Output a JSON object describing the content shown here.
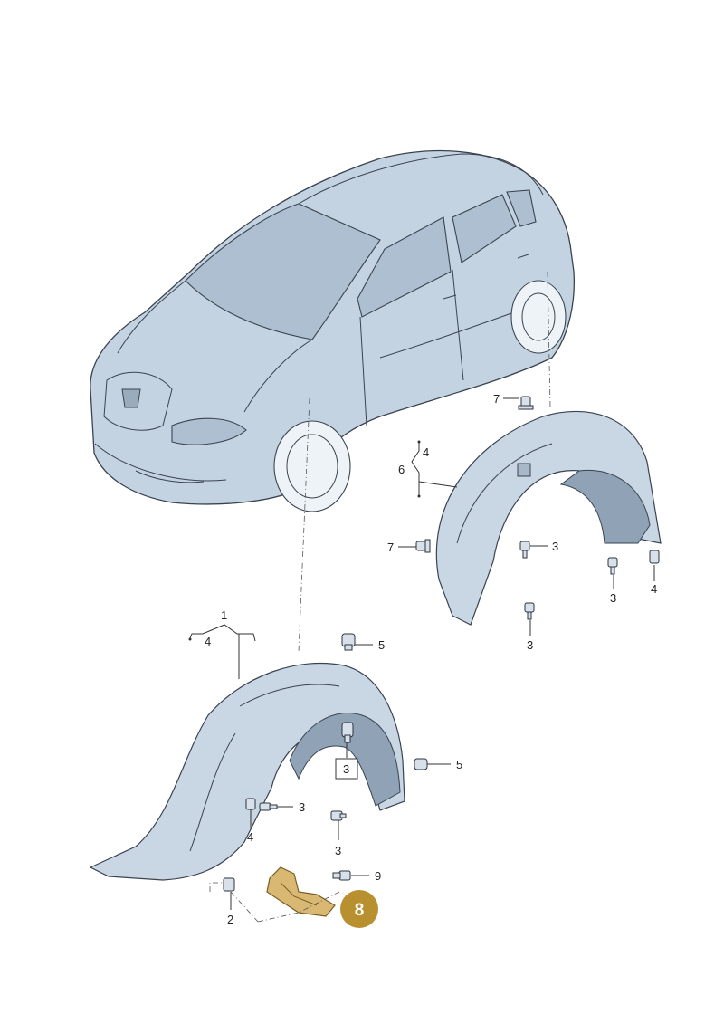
{
  "callouts": {
    "c1": "1",
    "c2": "2",
    "c3a": "3",
    "c3b": "3",
    "c3c": "3",
    "c3d": "3",
    "c3e": "3",
    "c3f": "3",
    "c4a": "4",
    "c4b": "4",
    "c4c": "4",
    "c4d": "4",
    "c5a": "5",
    "c5b": "5",
    "c6": "6",
    "c7a": "7",
    "c7b": "7",
    "c9": "9"
  },
  "highlight": {
    "label": "8",
    "color": "#b8902f"
  },
  "colors": {
    "part": "#c9d6e3",
    "outline": "#3a4450",
    "highlight_part": "#d8b873"
  }
}
